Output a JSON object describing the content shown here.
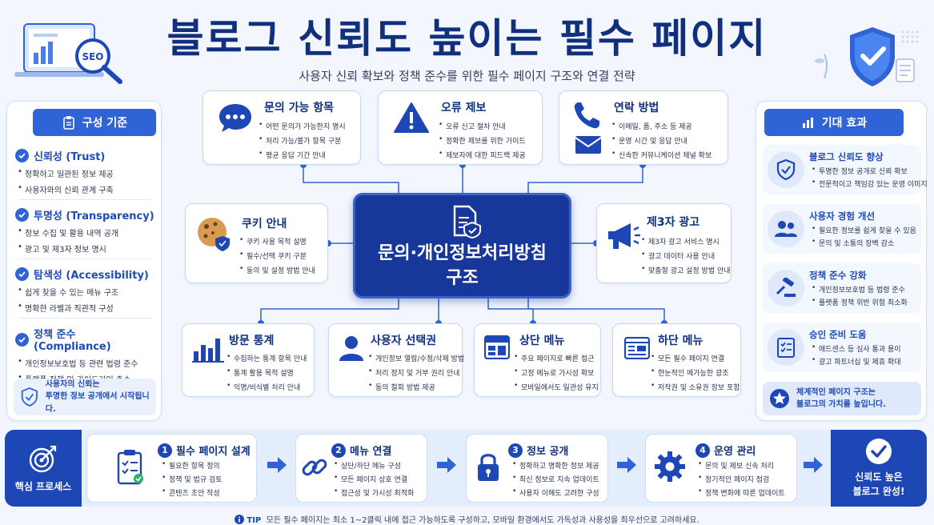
{
  "title": "블로그 신뢰도 높이는 필수 페이지",
  "subtitle": "사용자 신뢰 확보와 정책 준수를 위한 필수 페이지 구조와 연결 전략",
  "header_badge": "SEO",
  "left_panel": {
    "header": "구성 기준",
    "criteria": [
      {
        "title": "신뢰성 (Trust)",
        "bullets": [
          "정확하고 일관된 정보 제공",
          "사용자와의 신뢰 관계 구축"
        ]
      },
      {
        "title": "투명성 (Transparency)",
        "bullets": [
          "정보 수집 및 활용 내역 공개",
          "광고 및 제3자 정보 명시"
        ]
      },
      {
        "title": "탐색성 (Accessibility)",
        "bullets": [
          "쉽게 찾을 수 있는 메뉴 구조",
          "명확한 라벨과 직관적 구성"
        ]
      },
      {
        "title": "정책 준수 (Compliance)",
        "bullets": [
          "개인정보보호법 등 관련 법령 준수",
          "플랫폼 정책 및 가이드라인 준수"
        ]
      }
    ],
    "note_line1": "사용자의 신뢰는",
    "note_line2": "투명한 정보 공개에서 시작됩니다."
  },
  "right_panel": {
    "header": "기대 효과",
    "effects": [
      {
        "title": "블로그 신뢰도 향상",
        "bullets": [
          "투명한 정보 공개로 신뢰 확보",
          "전문적이고 책임감 있는 운영 이미지"
        ],
        "icon": "shield-check-icon"
      },
      {
        "title": "사용자 경험 개선",
        "bullets": [
          "필요한 정보를 쉽게 찾을 수 있음",
          "문의 및 소통의 장벽 감소"
        ],
        "icon": "users-icon"
      },
      {
        "title": "정책 준수 강화",
        "bullets": [
          "개인정보보호법 등 법령 준수",
          "플랫폼 정책 위반 위험 최소화"
        ],
        "icon": "gavel-icon"
      },
      {
        "title": "승인 준비 도움",
        "bullets": [
          "애드센스 등 심사 통과 용이",
          "광고 파트너십 및 제휴 확대"
        ],
        "icon": "checklist-icon"
      }
    ],
    "note_line1": "체계적인 페이지 구조는",
    "note_line2": "블로그의 가치를 높입니다."
  },
  "center": {
    "line1": "문의·개인정보처리방침",
    "line2": "구조"
  },
  "cards": {
    "inquiry": {
      "title": "문의 가능 항목",
      "bullets": [
        "어떤 문의가 가능한지 명시",
        "처리 가능/불가 항목 구분",
        "평균 응답 기간 안내"
      ]
    },
    "error": {
      "title": "오류 제보",
      "bullets": [
        "오류 신고 절차 안내",
        "정확한 제보를 위한 가이드",
        "제보자에 대한 피드백 제공"
      ]
    },
    "contact": {
      "title": "연락 방법",
      "bullets": [
        "이메일, 폼, 주소 등 제공",
        "운영 시간 및 응답 안내",
        "신속한 커뮤니케이션 채널 확보"
      ]
    },
    "cookie": {
      "title": "쿠키 안내",
      "bullets": [
        "쿠키 사용 목적 설명",
        "필수/선택 쿠키 구분",
        "동의 및 설정 방법 안내"
      ]
    },
    "ads": {
      "title": "제3자 광고",
      "bullets": [
        "제3자 광고 서비스 명시",
        "광고 데이터 사용 안내",
        "맞춤형 광고 설정 방법 안내"
      ]
    },
    "stats": {
      "title": "방문 통계",
      "bullets": [
        "수집하는 통계 항목 안내",
        "통계 활용 목적 설명",
        "익명/비식별 처리 안내"
      ]
    },
    "rights": {
      "title": "사용자 선택권",
      "bullets": [
        "개인정보 열람/수정/삭제 방법",
        "처리 정지 및 거부 권리 안내",
        "동의 철회 방법 제공"
      ]
    },
    "top_menu": {
      "title": "상단 메뉴",
      "bullets": [
        "주요 페이지로 빠른 접근",
        "고정 메뉴로 가시성 확보",
        "모바일에서도 일관성 유지"
      ]
    },
    "bottom_menu": {
      "title": "하단 메뉴",
      "bullets": [
        "모든 필수 페이지 연결",
        "한눈적인 메가능한 광조",
        "저작권 및 소유권 정보 포함"
      ]
    }
  },
  "process": {
    "label": "핵심 프로세스",
    "steps": [
      {
        "num": "1",
        "title": "필수 페이지 설계",
        "bullets": [
          "필요한 항목 정의",
          "정책 및 법규 검토",
          "콘텐츠 초안 작성"
        ]
      },
      {
        "num": "2",
        "title": "메뉴 연결",
        "bullets": [
          "상단/하단 메뉴 구성",
          "모든 페이지 상호 연결",
          "접근성 및 가시성 최적화"
        ]
      },
      {
        "num": "3",
        "title": "정보 공개",
        "bullets": [
          "정확하고 명확한 정보 제공",
          "최신 정보로 지속 업데이트",
          "사용자 이해도 고려한 구성"
        ]
      },
      {
        "num": "4",
        "title": "운영 관리",
        "bullets": [
          "문의 및 제보 신속 처리",
          "정기적인 페이지 점검",
          "정책 변화에 따른 업데이트"
        ]
      }
    ],
    "result_line1": "신뢰도 높은",
    "result_line2": "블로그 완성!"
  },
  "tip": {
    "label": "TIP",
    "text": "모든 필수 페이지는 최소 1~2클릭 내에 접근 가능하도록 구성하고, 모바일 환경에서도 가독성과 사용성을 최우선으로 고려하세요."
  },
  "colors": {
    "primary": "#1d47b5",
    "navy": "#10307e",
    "accent": "#2f63d6",
    "background": "#f3f7fd"
  }
}
